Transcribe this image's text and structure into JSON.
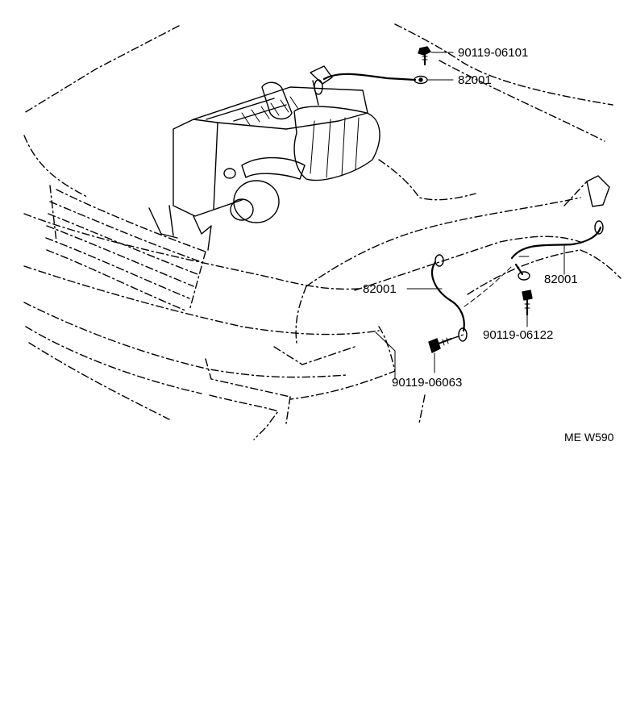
{
  "callouts": {
    "bolt_top": "90119-06101",
    "cable_top": "82001",
    "cable_mid_left": "82001",
    "cable_mid_right": "82001",
    "bolt_right": "90119-06122",
    "bolt_bottom": "90119-06063"
  },
  "figure_code": "ME W590",
  "colors": {
    "ink": "#000000",
    "paper": "#ffffff"
  }
}
